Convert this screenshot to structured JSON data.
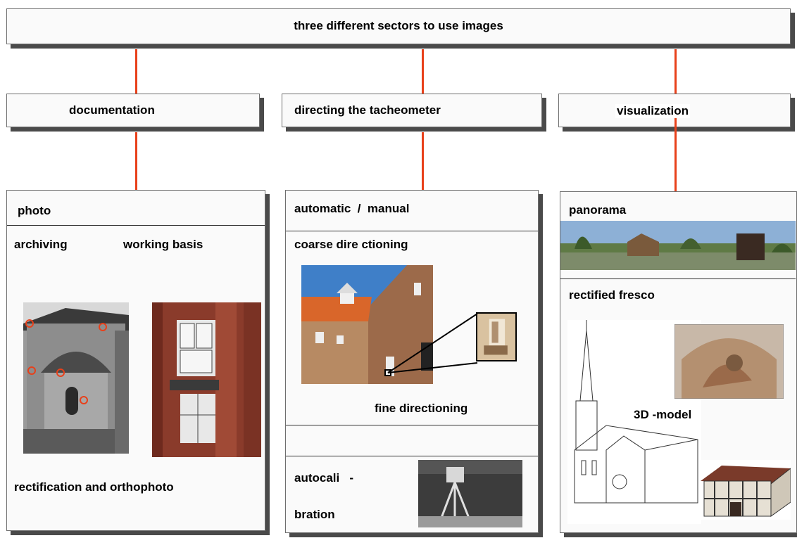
{
  "title": "three different sectors to use images",
  "sectors": [
    {
      "header": "documentation",
      "items": {
        "photo": "photo",
        "archiving": "archiving",
        "working_basis": "working basis",
        "rectification": "rectification and orthophoto"
      }
    },
    {
      "header": "directing the tacheometer",
      "items": {
        "mode": "automatic  /  manual",
        "coarse": "coarse dire ctioning",
        "fine": "fine directioning",
        "autocal_1": "autocali   -",
        "autocal_2": "bration"
      }
    },
    {
      "header": "visualization",
      "items": {
        "panorama": "panorama",
        "fresco": "rectified fresco",
        "model": "3D -model"
      }
    }
  ],
  "colors": {
    "connector": "#e8401a",
    "box_fill": "#fafafa",
    "shadow": "#4a4a4a"
  }
}
